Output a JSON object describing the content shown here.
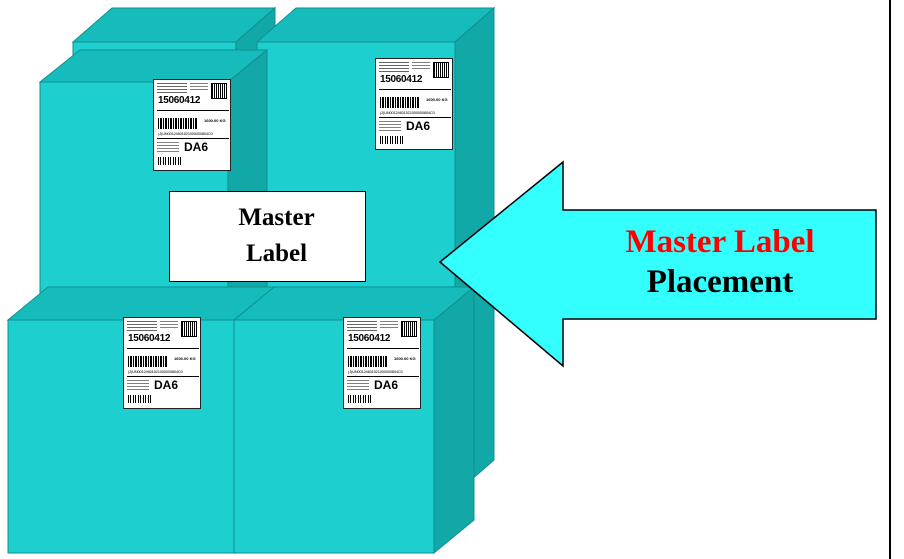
{
  "master_label_box": {
    "line1": "Master",
    "line2": "Label"
  },
  "arrow": {
    "line1": "Master Label",
    "line2": "Placement"
  },
  "shipping_label": {
    "number": "15060412",
    "code": "DA6",
    "barcode_text": "(J)UN00124601521000000804C0",
    "weight_text": "1600.00 KG"
  },
  "colors": {
    "box_front": "#1ecfcf",
    "box_side": "#13a8a8",
    "box_top": "#16bcbc",
    "arrow_fill": "#33ffff",
    "title_red": "#ff0000"
  }
}
